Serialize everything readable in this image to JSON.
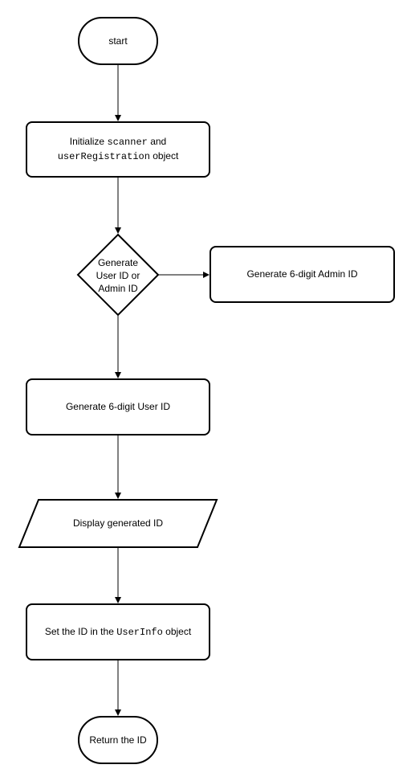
{
  "nodes": {
    "start": {
      "label": "start"
    },
    "init": {
      "prefix": "Initialize ",
      "code1": "scanner",
      "mid": " and",
      "code2": "userRegistration",
      "suffix": " object"
    },
    "decision": {
      "line1": "Generate",
      "line2": "User ID or",
      "line3": "Admin ID"
    },
    "admin": {
      "label": "Generate 6-digit Admin ID"
    },
    "user": {
      "label": "Generate 6-digit User ID"
    },
    "display": {
      "label": "Display generated ID"
    },
    "set_id": {
      "prefix": "Set the ID in the ",
      "code": "UserInfo",
      "suffix": " object"
    },
    "return": {
      "label": "Return the ID"
    }
  }
}
